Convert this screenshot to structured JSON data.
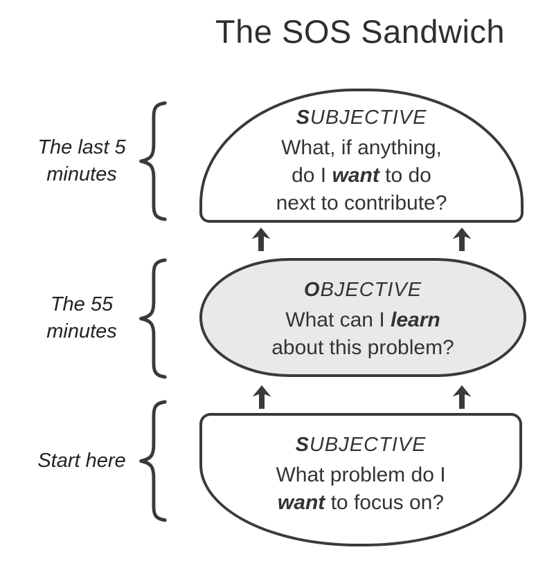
{
  "title": "The SOS Sandwich",
  "colors": {
    "ink": "#3a3a3a",
    "text": "#333333",
    "objective_fill": "#e9e9e7",
    "background": "#ffffff"
  },
  "icons": {
    "arrow_up_glyph": "↑",
    "brace_glyph": "{"
  },
  "side_labels": [
    {
      "lines": [
        "The last 5",
        "minutes"
      ]
    },
    {
      "lines": [
        "The 55",
        "minutes"
      ]
    },
    {
      "lines": [
        "Start here"
      ]
    }
  ],
  "boxes": [
    {
      "heading": {
        "initial": "S",
        "rest": "UBJECTIVE"
      },
      "lines": [
        {
          "pre": "What, if anything,",
          "em": "",
          "post": ""
        },
        {
          "pre": "do I ",
          "em": "want",
          "post": " to do"
        },
        {
          "pre": "next to contribute?",
          "em": "",
          "post": ""
        }
      ]
    },
    {
      "heading": {
        "initial": "O",
        "rest": "BJECTIVE"
      },
      "lines": [
        {
          "pre": "What can I ",
          "em": "learn",
          "post": ""
        },
        {
          "pre": "about this problem?",
          "em": "",
          "post": ""
        }
      ]
    },
    {
      "heading": {
        "initial": "S",
        "rest": "UBJECTIVE"
      },
      "lines": [
        {
          "pre": "What problem do I",
          "em": "",
          "post": ""
        },
        {
          "pre": "",
          "em": "want",
          "post": " to focus on?"
        }
      ]
    }
  ]
}
